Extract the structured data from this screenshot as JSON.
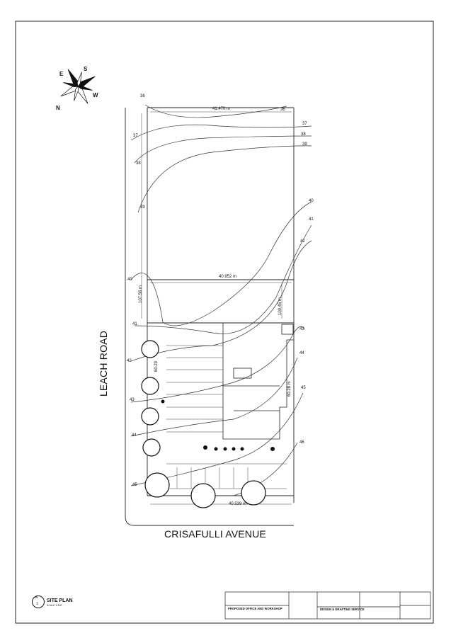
{
  "drawing": {
    "roads": {
      "west": "LEACH ROAD",
      "south": "CRISAFULLI AVENUE"
    },
    "compass": {
      "letters": [
        "N",
        "E",
        "S",
        "W"
      ]
    },
    "dimensions": {
      "top": "41.470 m",
      "middle": "40.952 m",
      "left": "107.56 m",
      "right": "100.45 m",
      "right_lower": "60.28 m",
      "site_left": "60.29",
      "bottom": "40.539 m"
    },
    "contours": [
      "36",
      "37",
      "38",
      "39",
      "40",
      "41",
      "42",
      "43",
      "44",
      "45",
      "46"
    ],
    "site_plan": {
      "ref_top": "A",
      "ref_bottom": "1",
      "title": "SITE PLAN",
      "scale": "SCALE 1:200"
    },
    "title_block": {
      "project": "PROPOSED OFFICE AND WORKSHOP",
      "firm": "DESIGN & DRAFTING SERVICE"
    }
  }
}
